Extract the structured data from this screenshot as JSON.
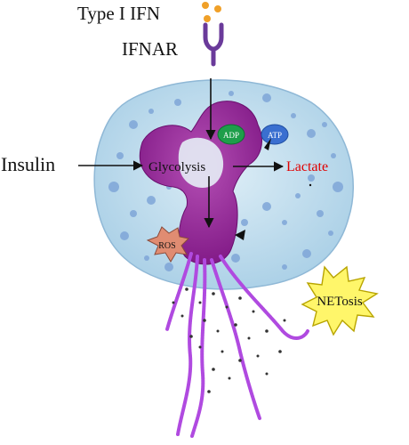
{
  "labels": {
    "type_i_ifn": "Type I IFN",
    "ifnar": "IFNAR",
    "insulin": "Insulin",
    "glycolysis": "Glycolysis",
    "lactate": "Lactate",
    "adp": "ADP",
    "atp": "ATP",
    "ros": "ROS",
    "netosis": "NETosis"
  },
  "colors": {
    "cell_fill": "#bcdcec",
    "cell_spots": "#7fa6d8",
    "nucleus": "#8e1a8e",
    "nucleus_highlight": "#c060c0",
    "adp_fill": "#1e9e4a",
    "atp_fill": "#3a6fd0",
    "ros_fill": "#e08c72",
    "netosis_fill": "#fff66a",
    "lactate_text": "#e00000",
    "receptor": "#6a3a9a",
    "ifn_dots": "#f0a028",
    "net_fibers": "#b04ae0"
  }
}
